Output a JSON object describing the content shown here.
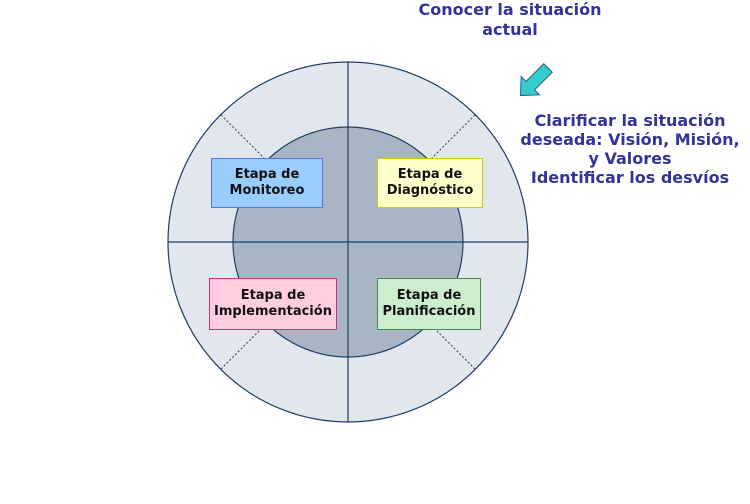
{
  "colors": {
    "outer_ring": "#e2e7ed",
    "inner_circle": "#a7b5c4",
    "outline": "#1f3f66",
    "arrow_fill": "#33cccc",
    "arrow_stroke": "#2d5f8a",
    "text_blue": "#333399"
  },
  "diagram": {
    "top_text": "Conocer la situación\nactual",
    "right_text": "Clarificar la situación\ndeseada: Visión,  Misión,\ny Valores\nIdentificar los desvíos",
    "stages": {
      "monitoreo": "Etapa de\nMonitoreo",
      "diagnostico": "Etapa de\nDiagnóstico",
      "implementacion": "Etapa de\nImplementación",
      "planificacion": "Etapa de\nPlanificación"
    },
    "arrow_icon": "arrow-down-right-icon"
  }
}
